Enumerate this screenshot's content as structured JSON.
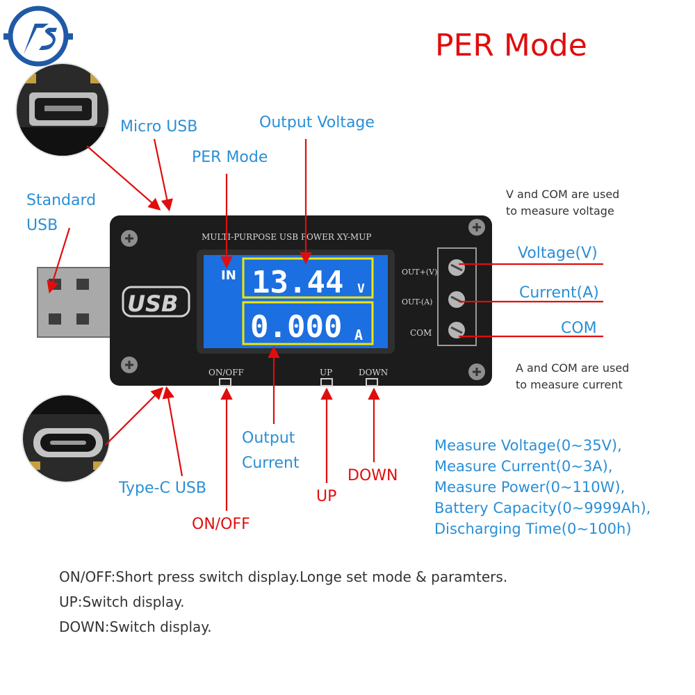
{
  "title": "PER Mode",
  "labels": {
    "micro_usb": "Micro USB",
    "output_voltage": "Output Voltage",
    "per_mode": "PER Mode",
    "standard_usb_line1": "Standard",
    "standard_usb_line2": "USB",
    "type_c_usb": "Type-C USB",
    "output_current_line1": "Output",
    "output_current_line2": "Current",
    "on_off": "ON/OFF",
    "up": "UP",
    "down": "DOWN",
    "voltage": "Voltage(V)",
    "current": "Current(A)",
    "com": "COM"
  },
  "notes": {
    "v_com_line1": "V and COM are used",
    "v_com_line2": "to measure voltage",
    "a_com_line1": "A and COM are used",
    "a_com_line2": "to measure current"
  },
  "specs": [
    "Measure Voltage(0~35V),",
    "Measure Current(0~3A),",
    "Measure Power(0~110W),",
    "Battery Capacity(0~9999Ah),",
    "Discharging Time(0~100h)"
  ],
  "footer": [
    "ON/OFF:Short press switch display.Longe set mode & paramters.",
    "UP:Switch display.",
    "DOWN:Switch display."
  ],
  "device": {
    "header_text": "MULTI-PURPOSE USB POWER XY-MUP",
    "usb_logo": "USB",
    "terminal_labels": [
      "OUT+(V)",
      "OUT-(A)",
      "COM"
    ],
    "button_labels": [
      "ON/OFF",
      "UP",
      "DOWN"
    ],
    "lcd": {
      "mode": "IN",
      "voltage_value": "13.44",
      "voltage_unit": "V",
      "current_value": "0.000",
      "current_unit": "A"
    }
  },
  "colors": {
    "accent_red": "#e00d0d",
    "label_blue": "#2a8fd6",
    "lcd_blue": "#1b6fe0",
    "lcd_highlight": "#f2e600",
    "board_black": "#1c1c1c"
  }
}
